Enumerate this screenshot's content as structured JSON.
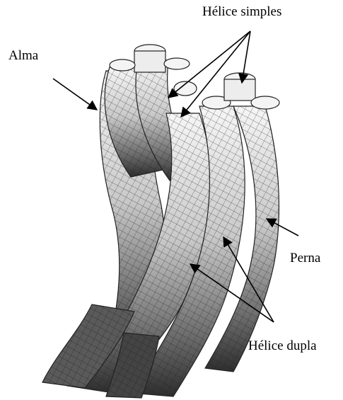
{
  "labels": {
    "helice_simples": "Hélice simples",
    "alma": "Alma",
    "perna": "Perna",
    "helice_dupla": "Hélice dupla"
  },
  "colors": {
    "ink": "#000000",
    "rope_light": "#f4f4f4",
    "rope_mid": "#b8b8b8",
    "rope_dark": "#3a3a3a",
    "grid": "#2a2a2a"
  }
}
